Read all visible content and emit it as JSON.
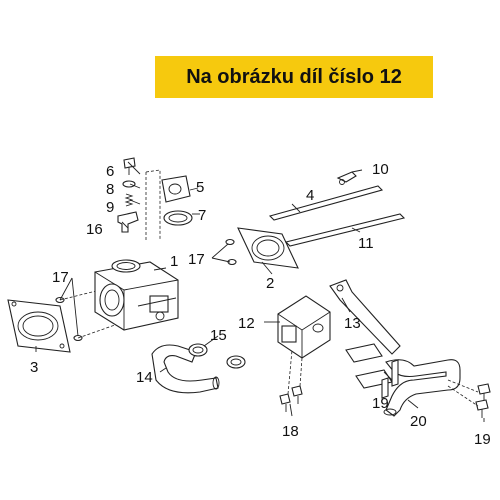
{
  "banner": {
    "text": "Na obrázku díl číslo 12",
    "color": "#f6c90e"
  },
  "callouts": [
    {
      "id": "c1",
      "label": "1"
    },
    {
      "id": "c2",
      "label": "2"
    },
    {
      "id": "c3",
      "label": "3"
    },
    {
      "id": "c4",
      "label": "4"
    },
    {
      "id": "c5",
      "label": "5"
    },
    {
      "id": "c6",
      "label": "6"
    },
    {
      "id": "c7",
      "label": "7"
    },
    {
      "id": "c8",
      "label": "8"
    },
    {
      "id": "c9",
      "label": "9"
    },
    {
      "id": "c10",
      "label": "10"
    },
    {
      "id": "c11",
      "label": "11"
    },
    {
      "id": "c12",
      "label": "12"
    },
    {
      "id": "c13",
      "label": "13"
    },
    {
      "id": "c14",
      "label": "14"
    },
    {
      "id": "c15",
      "label": "15"
    },
    {
      "id": "c16",
      "label": "16"
    },
    {
      "id": "c17a",
      "label": "17"
    },
    {
      "id": "c17b",
      "label": "17"
    },
    {
      "id": "c18",
      "label": "18"
    },
    {
      "id": "c19a",
      "label": "19"
    },
    {
      "id": "c19b",
      "label": "19"
    },
    {
      "id": "c20",
      "label": "20"
    }
  ]
}
